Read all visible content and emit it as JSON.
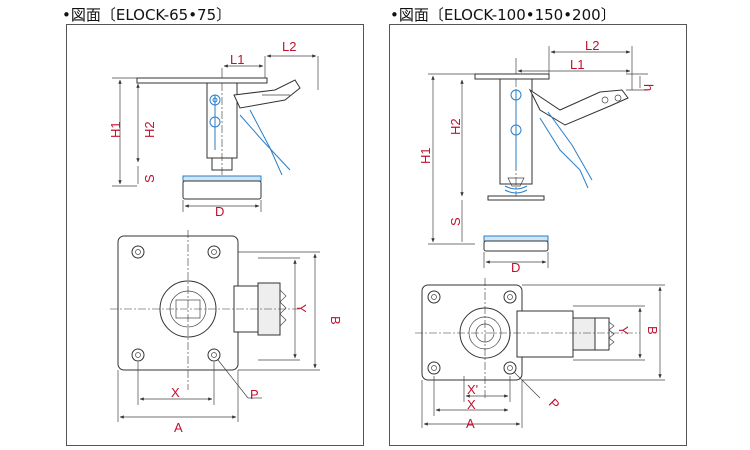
{
  "left": {
    "title": "•図面〔ELOCK-65•75〕",
    "labels": {
      "L1": "L1",
      "L2": "L2",
      "H1": "H1",
      "H2": "H2",
      "S": "S",
      "D": "D",
      "B": "B",
      "Y": "Y",
      "X": "X",
      "A": "A",
      "P": "P"
    }
  },
  "right": {
    "title": "•図面〔ELOCK-100•150•200〕",
    "labels": {
      "L1": "L1",
      "L2": "L2",
      "h": "h",
      "H1": "H1",
      "H2": "H2",
      "S": "S",
      "D": "D",
      "B": "B",
      "Y": "Y",
      "X'": "X'",
      "X": "X",
      "A": "A",
      "P": "P"
    }
  }
}
